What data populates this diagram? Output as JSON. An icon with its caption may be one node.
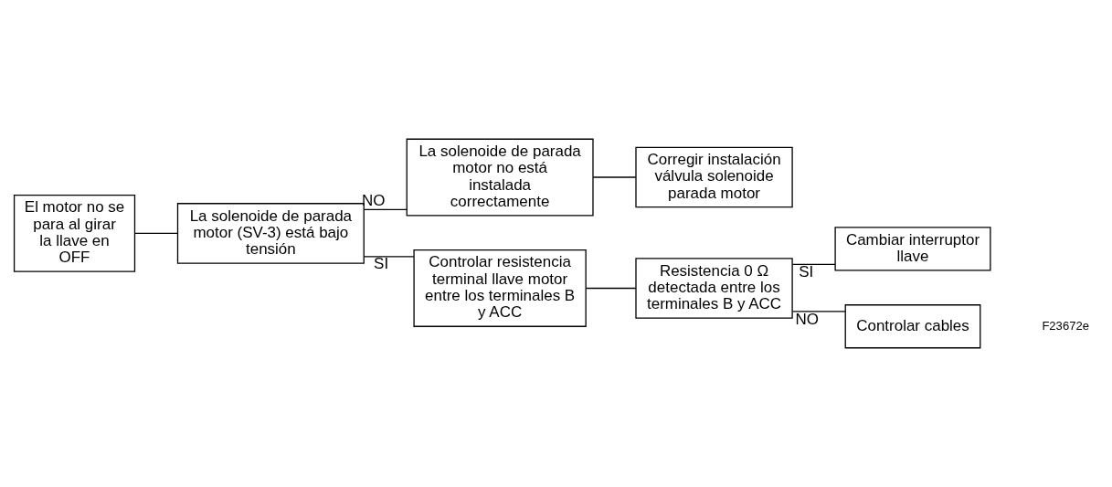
{
  "diagram": {
    "nodes": [
      {
        "text": [
          "El motor no se para al girar la llave en OFF"
        ]
      },
      {
        "text": [
          "La solenoide de parada motor (SV-3) está bajo tensión"
        ]
      },
      {
        "text": [
          "La solenoide de parada motor no está instalada correctamente"
        ]
      },
      {
        "text": [
          "Corregir instalación válvula solenoide parada motor"
        ]
      },
      {
        "text": [
          "Controlar resistencia terminal llave motor entre los terminales B y ACC"
        ]
      },
      {
        "text": [
          "Resistencia 0 Ω detectada entre los terminales B y ACC"
        ]
      },
      {
        "text": [
          "Cambiar interruptor llave"
        ]
      },
      {
        "text": [
          "Controlar cables"
        ]
      }
    ],
    "edges": [
      {
        "from": 0,
        "to": 1,
        "arrow": "none"
      },
      {
        "from": 1,
        "to": 2,
        "arrow": "none",
        "label": "NO"
      },
      {
        "from": 2,
        "to": 3,
        "arrow": "none"
      },
      {
        "from": 1,
        "to": 4,
        "arrow": "none",
        "label": "SI"
      },
      {
        "from": 4,
        "to": 5,
        "arrow": "none"
      },
      {
        "from": 5,
        "to": 6,
        "arrow": "none",
        "label": "SI"
      },
      {
        "from": 5,
        "to": 7,
        "arrow": "none",
        "label": "NO"
      }
    ],
    "labels": [
      "F23672e"
    ]
  }
}
